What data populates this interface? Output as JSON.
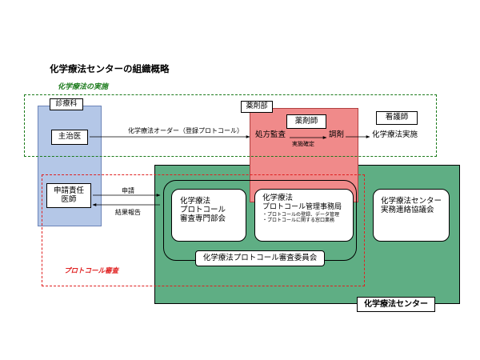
{
  "title": "化学療法センターの組織概略",
  "sections": {
    "implementation_label": "化学療法の実施",
    "protocol_review_label": "プロトコール審査"
  },
  "departments": {
    "clinic": "診療科",
    "pharmacy": "薬剤部",
    "center": "化学療法センター"
  },
  "roles": {
    "attending_doctor": "主治医",
    "applicant_doctor_line1": "申請責任",
    "applicant_doctor_line2": "医師",
    "pharmacist": "薬剤師",
    "nurse": "看護師"
  },
  "flow": {
    "order_label": "化学療法オーダー（登録プロトコール）",
    "prescription_audit": "処方監査",
    "implementation_confirm": "実施確定",
    "dispensing": "調剤",
    "chemo_implementation": "化学療法実施",
    "apply_label": "申請",
    "result_report_label": "結果報告"
  },
  "committees": {
    "expert_subcommittee_line1": "化学療法",
    "expert_subcommittee_line2": "プロトコール",
    "expert_subcommittee_line3": "審査専門部会",
    "protocol_office_line1": "化学療法",
    "protocol_office_line2": "プロトコール管理事務局",
    "protocol_office_bullet1": "・プロトコールの登録、データ管理",
    "protocol_office_bullet2": "・プロトコールに関する窓口業務",
    "liaison_line1": "化学療法センター",
    "liaison_line2": "実務連絡協議会",
    "review_committee": "化学療法プロトコール審査委員会"
  },
  "colors": {
    "clinic_fill": "#b4c7e7",
    "pharmacy_fill": "#f08a8a",
    "center_fill": "#5fae84",
    "implementation_border": "#1a7a1a",
    "implementation_text": "#1a7a1a",
    "review_border": "#e02020",
    "review_text": "#e02020"
  }
}
